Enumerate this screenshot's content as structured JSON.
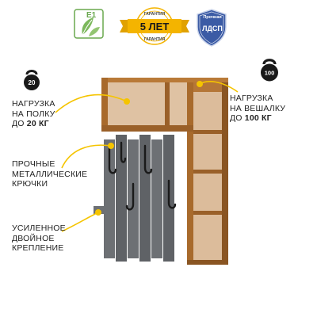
{
  "badges": {
    "e1": {
      "label": "E1",
      "color": "#6aa84f"
    },
    "warranty": {
      "main": "5 ЛЕТ",
      "arc_top": "ГАРАНТИЯ",
      "arc_bottom": "ГАРАНТИЯ",
      "color": "#f4b400"
    },
    "board": {
      "line1": "Прочная",
      "main": "ЛДСП",
      "color": "#3b5ba5"
    }
  },
  "kettlebells": {
    "small": "20",
    "large": "100"
  },
  "features": {
    "shelf": {
      "line1": "НАГРУЗКА",
      "line2": "НА ПОЛКУ",
      "line3_prefix": "ДО ",
      "line3_value": "20 КГ"
    },
    "hanger": {
      "line1": "НАГРУЗКА",
      "line2": "НА ВЕШАЛКУ",
      "line3_prefix": "ДО ",
      "line3_value": "100 КГ"
    },
    "hooks": {
      "line1": "ПРОЧНЫЕ",
      "line2": "МЕТАЛЛИЧЕСКИЕ",
      "line3": "КРЮЧКИ"
    },
    "mount": {
      "line1": "УСИЛЕННОЕ",
      "line2": "ДВОЙНОЕ",
      "line3": "КРЕПЛЕНИЕ"
    }
  },
  "colors": {
    "accent": "#f5c400",
    "wood": "#a86a2c",
    "wood_dark": "#8a5522",
    "panel": "#6d7074",
    "text": "#222222"
  }
}
